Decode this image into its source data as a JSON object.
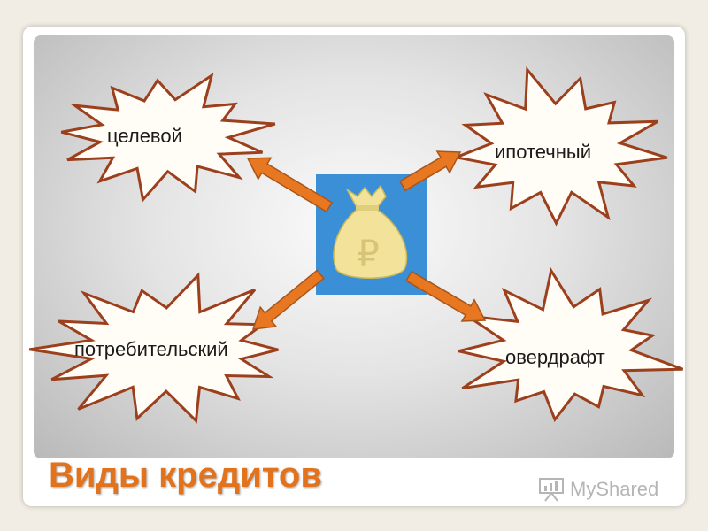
{
  "diagram": {
    "center_icon": "money-bag-ruble-icon",
    "center_symbol": "₽",
    "nodes": [
      {
        "label": "целевой"
      },
      {
        "label": "ипотечный"
      },
      {
        "label": "потребительский"
      },
      {
        "label": "овердрафт"
      }
    ]
  },
  "slide": {
    "title": "Виды кредитов"
  },
  "watermark": {
    "text": "MyShared"
  },
  "colors": {
    "title": "#e2731c",
    "arrow_fill": "#e87722",
    "arrow_stroke": "#a8551a",
    "burst_fill": "#fffdf6",
    "burst_stroke": "#9c3f1d",
    "center_box": "#3a8fd6",
    "bag": "#f3e39a"
  }
}
